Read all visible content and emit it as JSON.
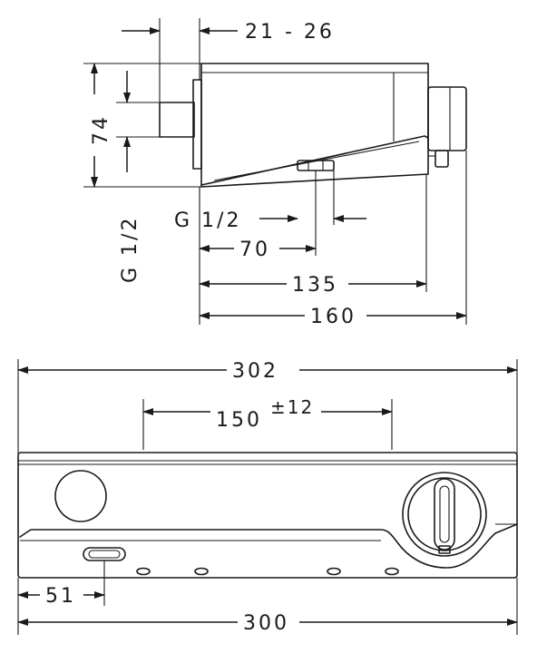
{
  "side_view": {
    "dims": {
      "wall_offset": "21 - 26",
      "height": "74",
      "thread_vertical": "G 1/2",
      "thread_horizontal": "G 1/2",
      "outlet_depth": "70",
      "body_depth": "135",
      "total_depth": "160"
    }
  },
  "front_view": {
    "dims": {
      "overall_width": "302",
      "center_distance": "150",
      "center_tolerance": "±12",
      "outlet_offset": "51",
      "base_width": "300"
    }
  }
}
